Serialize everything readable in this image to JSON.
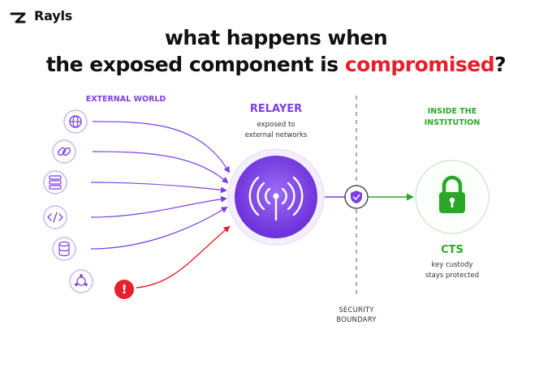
{
  "brand": {
    "name": "Rayls"
  },
  "title": {
    "line1": "what happens when",
    "line2_prefix": "the exposed component is ",
    "line2_highlight": "compromised",
    "line2_suffix": "?"
  },
  "external": {
    "label": "EXTERNAL WORLD",
    "icons": [
      "globe-icon",
      "link-icon",
      "server-icon",
      "code-icon",
      "database-icon",
      "network-icon"
    ]
  },
  "relayer": {
    "title": "RELAYER",
    "subtitle_line1": "exposed to",
    "subtitle_line2": "external networks"
  },
  "inside": {
    "label_line1": "INSIDE THE",
    "label_line2": "INSTITUTION"
  },
  "cts": {
    "title": "CTS",
    "subtitle_line1": "key custody",
    "subtitle_line2": "stays protected"
  },
  "boundary": {
    "label_line1": "SECURITY",
    "label_line2": "BOUNDARY"
  },
  "threat": {
    "symbol": "!"
  },
  "colors": {
    "purple": "#7b3fe4",
    "light_purple": "#b89cf0",
    "green": "#2aa62a",
    "red": "#e8202b",
    "dark": "#111111"
  }
}
